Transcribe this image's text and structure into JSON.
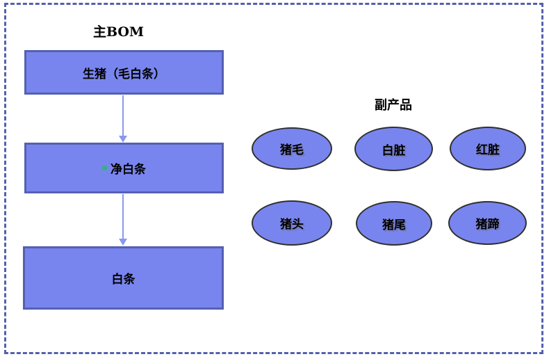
{
  "diagram": {
    "main_bom": {
      "title": "主BOM",
      "boxes": [
        {
          "label": "生猪（毛白条）"
        },
        {
          "label": "净白条"
        },
        {
          "label": "白条"
        }
      ]
    },
    "byproducts": {
      "title": "副产品",
      "items": [
        {
          "label": "猪毛"
        },
        {
          "label": "白脏"
        },
        {
          "label": "红脏"
        },
        {
          "label": "猪头"
        },
        {
          "label": "猪尾"
        },
        {
          "label": "猪蹄"
        }
      ]
    },
    "colors": {
      "shape_fill": "#7985EE",
      "box_border": "#5560B2",
      "ellipse_border": "#303030",
      "arrow": "#8899EE",
      "frame": "#5560AD",
      "bullet": "#3FA893"
    }
  }
}
